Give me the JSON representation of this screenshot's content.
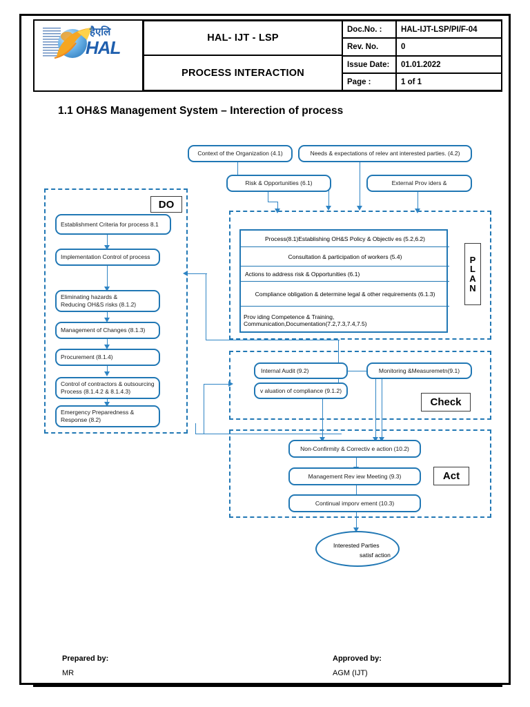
{
  "document": {
    "company": "HAL",
    "logo_hindi": "हैएलि",
    "logo_text": "HAL",
    "unit_title": "HAL- IJT - LSP",
    "form_title": "PROCESS INTERACTION",
    "fields": [
      {
        "label": "Doc.No. :",
        "value": "HAL-IJT-LSP/PI/F-04"
      },
      {
        "label": "Rev. No.",
        "value": "0"
      },
      {
        "label": "Issue  Date:",
        "value": "01.01.2022"
      },
      {
        "label": "Page :",
        "value": "1 of 1"
      }
    ],
    "section_title": "1.1  OH&S Management System – Interection of process",
    "footer": {
      "prepared_label": "Prepared by:",
      "prepared_value": "MR",
      "approved_label": "Approved by:",
      "approved_value": "AGM (IJT)"
    }
  },
  "colors": {
    "node_border": "#2077b4",
    "connector": "#2e84c4",
    "frame": "#000000",
    "logo_blue": "#1f5fae",
    "logo_orange": "#f0a22a"
  },
  "diagram": {
    "inputs": [
      {
        "id": "context",
        "label": "Context of the Organization (4.1)"
      },
      {
        "id": "needs",
        "label": "Needs & expectations of  relev ant interested parties. (4.2)"
      },
      {
        "id": "risk",
        "label": "Risk & Opportunities (6.1)"
      },
      {
        "id": "external",
        "label": "External Prov iders &"
      }
    ],
    "do": {
      "tag": "DO",
      "steps": [
        {
          "id": "do1",
          "label": "Establishment Criteria for process 8.1"
        },
        {
          "id": "do2",
          "label": "Implementation Control of process"
        },
        {
          "id": "do3",
          "label": "Eliminating hazards &\nReducing OH&S risks (8.1.2)"
        },
        {
          "id": "do4",
          "label": "Management of  Changes (8.1.3)"
        },
        {
          "id": "do5",
          "label": "Procurement (8.1.4)"
        },
        {
          "id": "do6",
          "label": "Control of  contractors & outsourcing\nProcess (8.1.4.2 & 8.1.4.3)"
        },
        {
          "id": "do7",
          "label": "Emergency  Preparedness &\nResponse (8.2)"
        }
      ]
    },
    "plan": {
      "tag": [
        "P",
        "L",
        "A",
        "N"
      ],
      "rows": [
        {
          "id": "plan1",
          "label": "Process(8.1)Establishing OH&S Policy  & Objectiv es (5.2,6.2)",
          "align": "center"
        },
        {
          "id": "plan2",
          "label": "Consultation & participation of  workers (5.4)",
          "align": "center"
        },
        {
          "id": "plan3",
          "label": "Actions to address risk & Opportunities (6.1)",
          "align": "left"
        },
        {
          "id": "plan4",
          "label": "Compliance obligation & determine legal & other requirements (6.1.3)",
          "align": "center"
        },
        {
          "id": "plan5",
          "label": "Prov iding Competence & Training,\nCommunication,Documentation(7.2,7.3,7.4,7.5)",
          "align": "left"
        }
      ]
    },
    "check": {
      "tag": "Check",
      "nodes": [
        {
          "id": "audit",
          "label": "Internal Audit (9.2)"
        },
        {
          "id": "monitoring",
          "label": "Monitoring &Measuremetn(9.1)"
        },
        {
          "id": "evaluation",
          "label": "v aluation of  compliance  (9.1.2)"
        }
      ]
    },
    "act": {
      "tag": "Act",
      "nodes": [
        {
          "id": "ncca",
          "label": "Non-Confirmity  & Correctiv e action (10.2)"
        },
        {
          "id": "mrm",
          "label": "Management Rev iew Meeting (9.3)"
        },
        {
          "id": "improve",
          "label": "Continual imporv ement (10.3)"
        }
      ]
    },
    "outcome": {
      "id": "interested-parties",
      "line1": "Interested Parties",
      "line2": "satisf action"
    }
  }
}
